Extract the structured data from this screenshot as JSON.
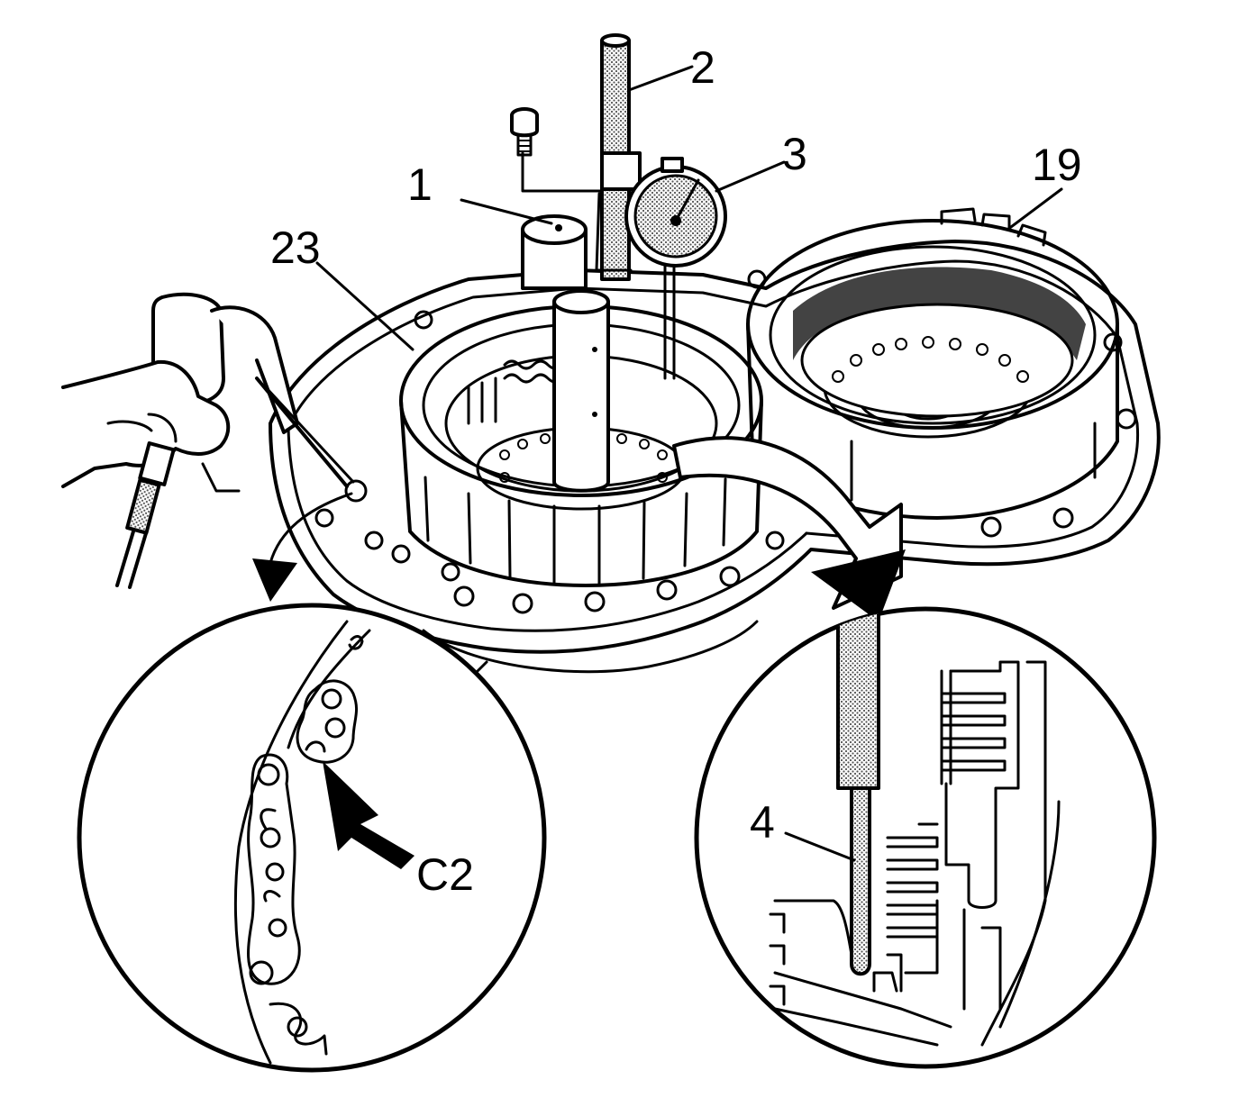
{
  "diagram": {
    "callouts": {
      "c1": "1",
      "c2": "2",
      "c3": "3",
      "c4": "4",
      "c19": "19",
      "c23": "23",
      "cC2": "C2"
    },
    "colors": {
      "ink": "#000000",
      "paper": "#ffffff",
      "stipple": "#c8c8c8"
    }
  }
}
